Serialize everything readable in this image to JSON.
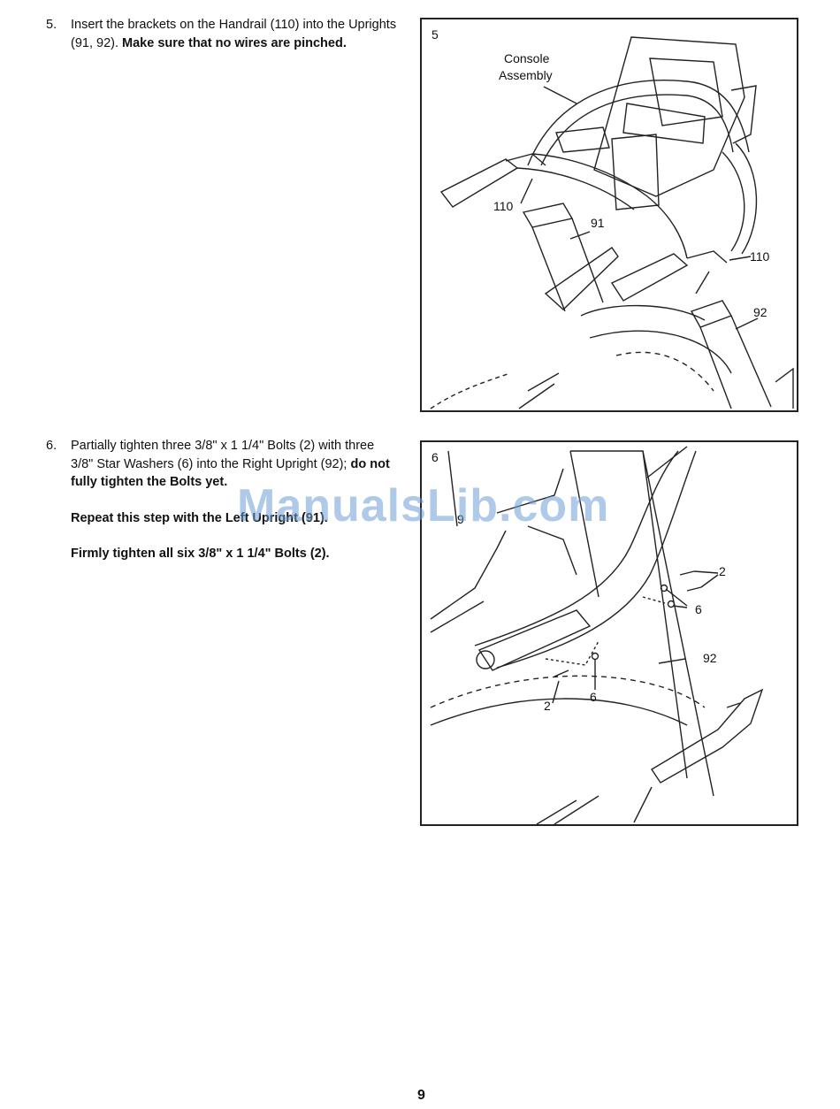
{
  "steps": [
    {
      "number": "5.",
      "text_plain": "Insert the brackets on the Handrail (110) into the Uprights (91, 92).",
      "text_bold": "Make sure that no wires are pinched."
    },
    {
      "number": "6.",
      "text_plain": "Partially tighten three 3/8\" x 1 1/4\" Bolts (2) with three 3/8\" Star Washers (6) into the Right Upright (92);",
      "text_bold": "do not fully tighten the Bolts yet.",
      "repeat": "Repeat this step with the Left Upright (91).",
      "final": "Firmly tighten all six 3/8\" x 1 1/4\" Bolts (2)."
    }
  ],
  "figures": [
    {
      "number": "5",
      "labels": {
        "console_line1": "Console",
        "console_line2": "Assembly",
        "handrail_left": "110",
        "handrail_right": "110",
        "upright_left": "91",
        "upright_right": "92"
      }
    },
    {
      "number": "6",
      "labels": {
        "upright_left_partial": "9",
        "bolt_top": "2",
        "washer_top": "6",
        "upright_right": "92",
        "bolt_bottom": "2",
        "washer_bottom": "6"
      }
    }
  ],
  "watermark": "ManualsLib.com",
  "page_number": "9"
}
